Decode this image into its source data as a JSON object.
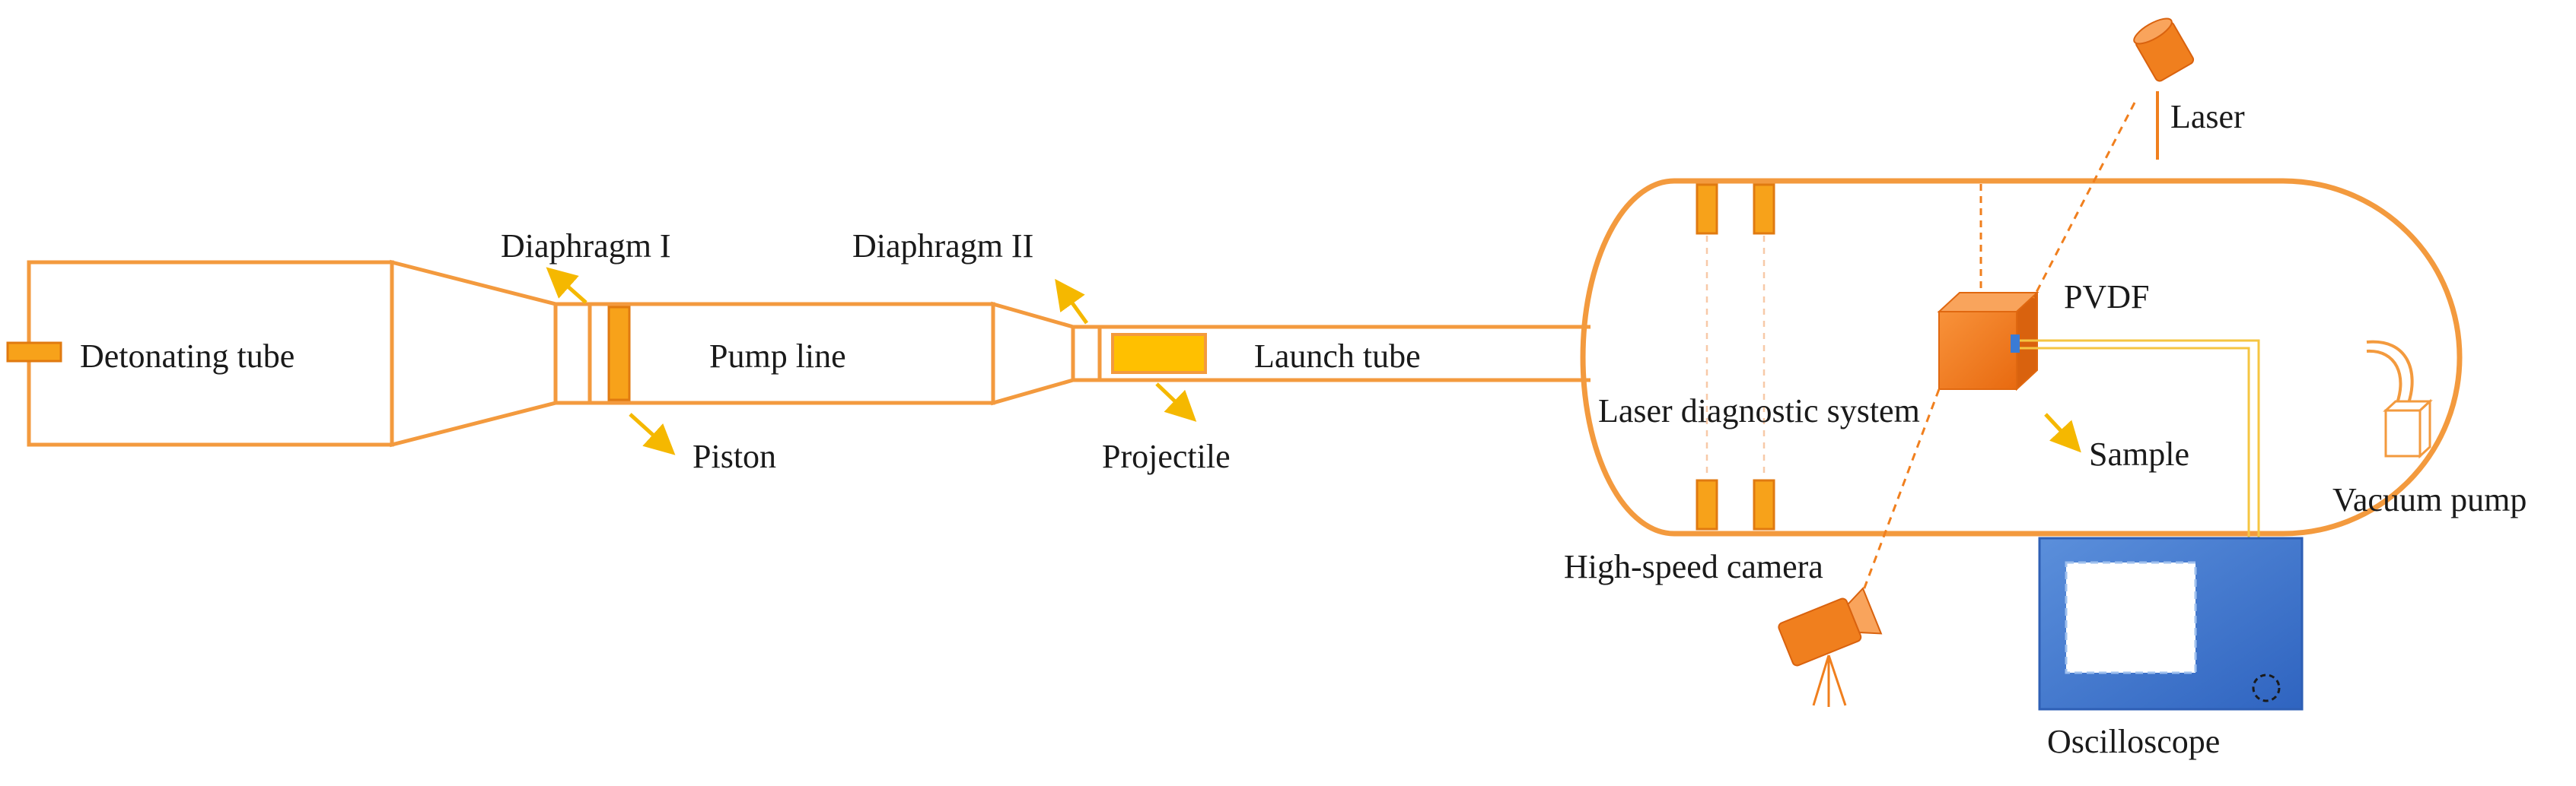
{
  "labels": {
    "detonating_tube": "Detonating tube",
    "diaphragm_1": "Diaphragm I",
    "piston": "Piston",
    "pump_line": "Pump line",
    "diaphragm_2": "Diaphragm II",
    "projectile": "Projectile",
    "launch_tube": "Launch tube",
    "laser": "Laser",
    "pvdf": "PVDF",
    "laser_diagnostic_system": "Laser diagnostic system",
    "sample": "Sample",
    "vacuum_pump": "Vacuum pump",
    "high_speed_camera": "High-speed camera",
    "oscilloscope": "Oscilloscope"
  },
  "colors": {
    "tube_outline": "#F39A3E",
    "component_fill": "#F7A21A",
    "projectile_fill": "#FFC000",
    "pointer_arrow": "#F5B800",
    "device_orange": "#F07F1E",
    "oscilloscope_blue": "#4A7FD0",
    "signal_line": "#F5C542"
  }
}
